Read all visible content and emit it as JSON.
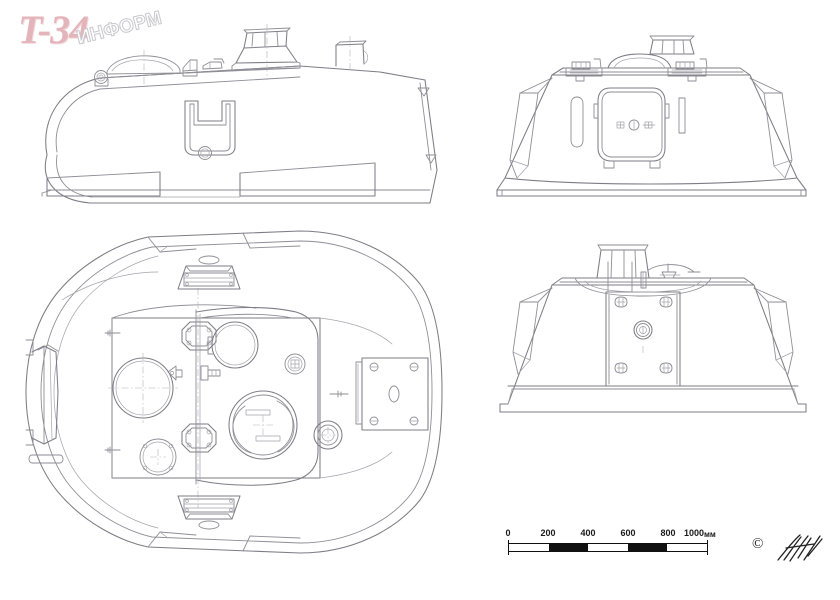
{
  "drawing": {
    "title": "T-34",
    "subject": "T-34 tank turret — orthographic projection drawing",
    "background_color": "#ffffff",
    "line_color": "#8c8c94",
    "line_color_dark": "#6e6e76"
  },
  "logo": {
    "primary_text": "T-34",
    "secondary_text": "ИНФОРМ",
    "primary_color": "#e3b5bb",
    "secondary_outline_color": "#c9c9cf"
  },
  "views": [
    {
      "id": "side-view",
      "name": "Turret side elevation (left)",
      "position": "top-left"
    },
    {
      "id": "rear-view",
      "name": "Turret rear elevation",
      "position": "top-right"
    },
    {
      "id": "plan-view",
      "name": "Turret plan / top view",
      "position": "bottom-left"
    },
    {
      "id": "front-view",
      "name": "Turret front elevation",
      "position": "bottom-right"
    }
  ],
  "scale_bar": {
    "tick_labels": [
      "0",
      "200",
      "400",
      "600",
      "800",
      "1000"
    ],
    "units": "мм",
    "segments": [
      "empty",
      "fill",
      "empty",
      "fill",
      "empty"
    ],
    "min": 0,
    "max": 1000
  },
  "credit": {
    "copyright_symbol": "©",
    "signature": "handwritten-monogram"
  }
}
